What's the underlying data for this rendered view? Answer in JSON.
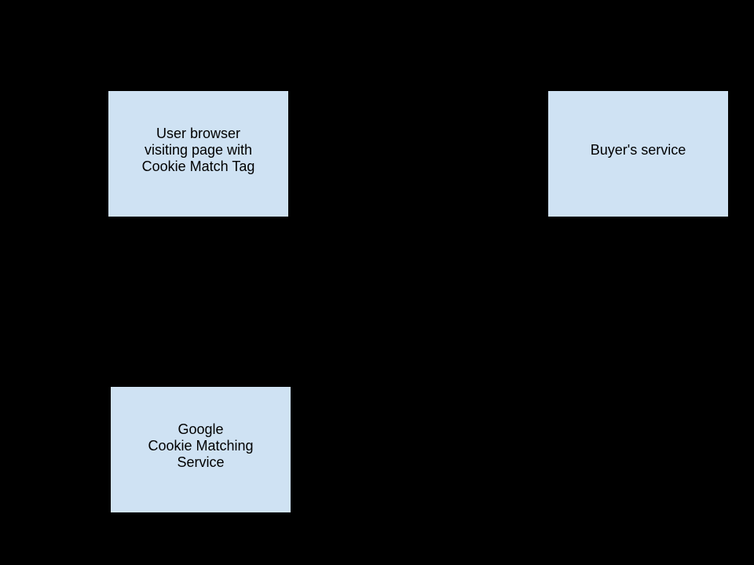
{
  "diagram": {
    "background_color": "#000000",
    "node_fill_color": "#cfe2f3",
    "node_border_color": "#000000",
    "node_text_color": "#000000",
    "nodes": {
      "user_browser": {
        "lines": [
          "User browser",
          "visiting page with",
          "Cookie Match Tag"
        ]
      },
      "buyers_service": {
        "lines": [
          "Buyer's service"
        ]
      },
      "google_cookie_matching": {
        "lines": [
          "Google",
          "Cookie Matching",
          "Service"
        ]
      }
    }
  }
}
